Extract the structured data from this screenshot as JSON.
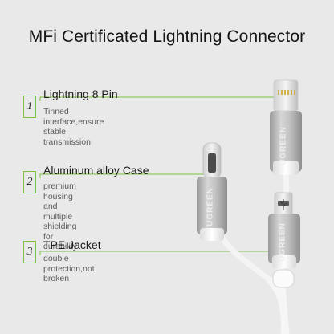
{
  "header": {
    "title": "MFi Certificated Lightning Connector"
  },
  "features": [
    {
      "number": "1",
      "title": "Lightning 8 Pin",
      "desc_line1": "Tinned interface,ensure stable",
      "desc_line2": "transmission"
    },
    {
      "number": "2",
      "title": "Aluminum alloy Case",
      "desc_line1": "premium housing and multiple",
      "desc_line2": "shielding for durability"
    },
    {
      "number": "3",
      "title": "TPE Jacket",
      "desc_line1": "double protection,not broken",
      "desc_line2": ""
    }
  ],
  "brand": {
    "logo_text": "UGREEN"
  },
  "colors": {
    "accent": "#7fc241",
    "background": "#e9e9e9",
    "metal": "#b8b8b8"
  }
}
